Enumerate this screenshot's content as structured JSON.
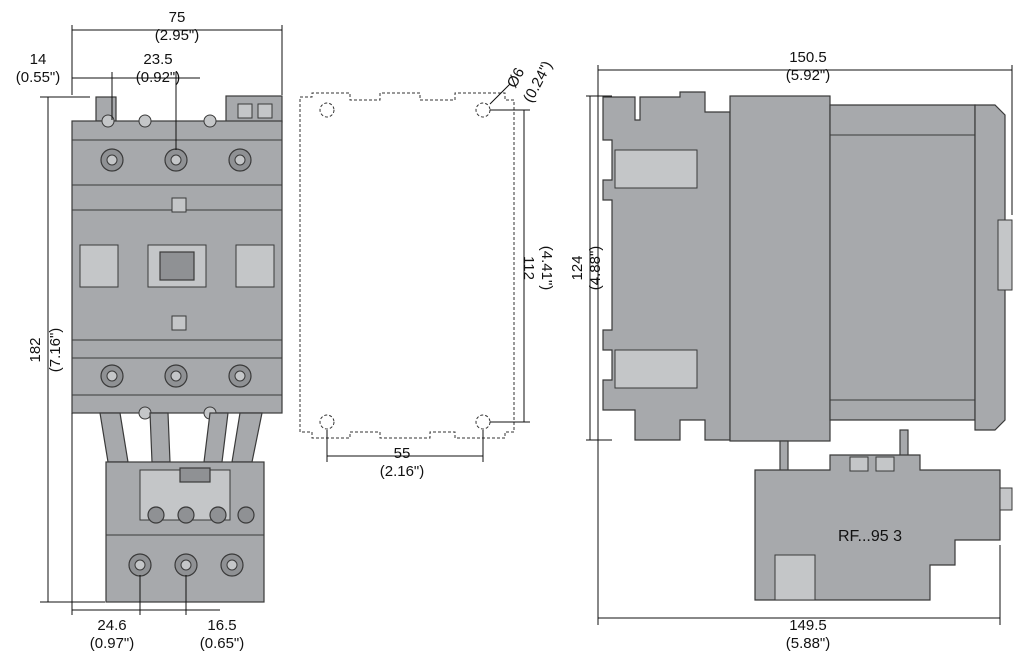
{
  "dimensions": {
    "width_75": {
      "value": "75",
      "inch": "(2.95\")"
    },
    "offset_14": {
      "value": "14",
      "inch": "(0.55\")"
    },
    "pitch_23_5": {
      "value": "23.5",
      "inch": "(0.92\")"
    },
    "height_182": {
      "value": "182",
      "inch": "(7.16\")"
    },
    "offset_24_6": {
      "value": "24.6",
      "inch": "(0.97\")"
    },
    "pitch_16_5": {
      "value": "16.5",
      "inch": "(0.65\")"
    },
    "hole_6": {
      "value": "Ø6",
      "inch": "(0.24\")"
    },
    "hole_pitch_112": {
      "value": "112",
      "inch": "(4.41\")"
    },
    "hole_pitch_55": {
      "value": "55",
      "inch": "(2.16\")"
    },
    "depth_150_5": {
      "value": "150.5",
      "inch": "(5.92\")"
    },
    "height_124": {
      "value": "124",
      "inch": "(4.88\")"
    },
    "depth_149_5": {
      "value": "149.5",
      "inch": "(5.88\")"
    }
  },
  "relay_label": "RF...95 3"
}
